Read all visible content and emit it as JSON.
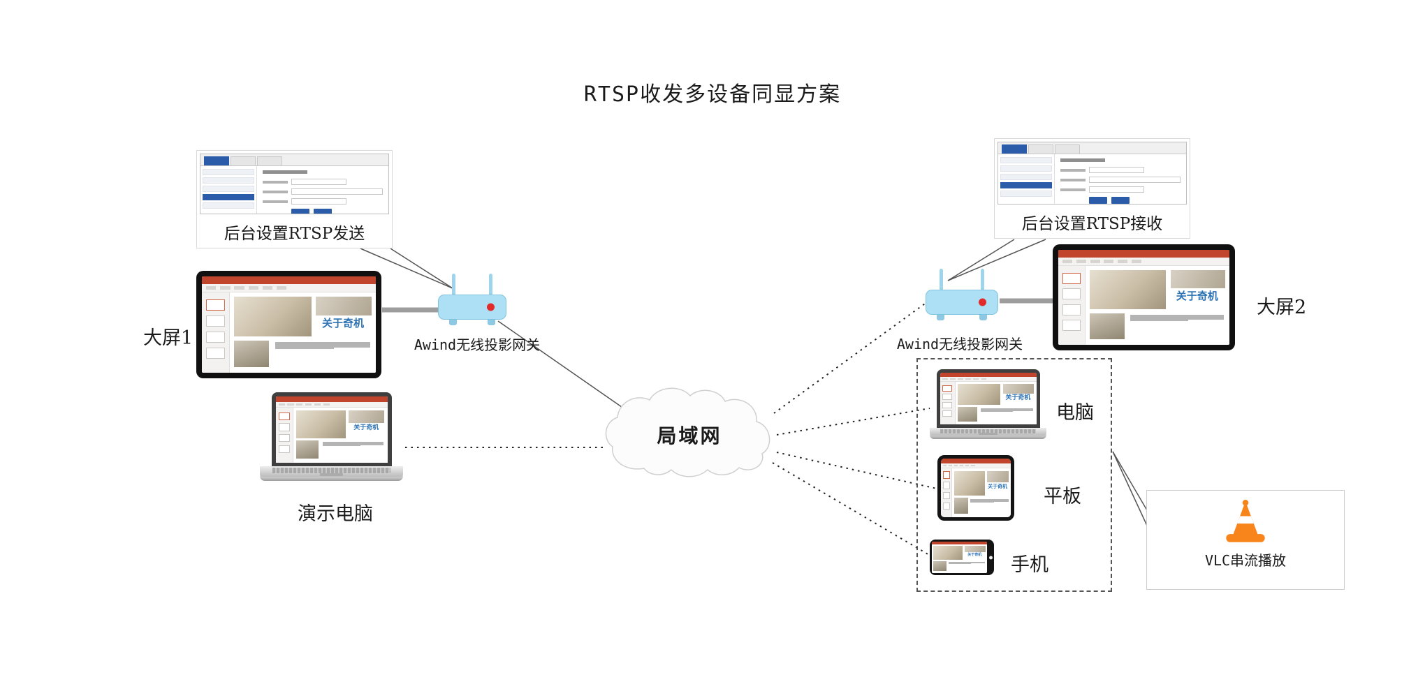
{
  "title": "RTSP收发多设备同显方案",
  "left": {
    "settings_caption": "后台设置RTSP发送",
    "screen_label": "大屏1",
    "gateway_label": "Awind无线投影网关",
    "laptop_label": "演示电脑"
  },
  "cloud": {
    "label": "局域网"
  },
  "right": {
    "settings_caption": "后台设置RTSP接收",
    "gateway_label": "Awind无线投影网关",
    "screen_label": "大屏2",
    "pc_label": "电脑",
    "tablet_label": "平板",
    "phone_label": "手机",
    "vlc_caption": "VLC串流播放"
  },
  "slide": {
    "title": "关于奇机"
  },
  "colors": {
    "accent": "#2a5caa",
    "ppt_red": "#c0452c",
    "slide_blue": "#2e74b5",
    "router_fill": "#aee0f5",
    "router_stroke": "#7fc3e0",
    "led_red": "#e12a2a",
    "vlc_orange": "#f8851b",
    "line_gray": "#9d9d9d"
  }
}
